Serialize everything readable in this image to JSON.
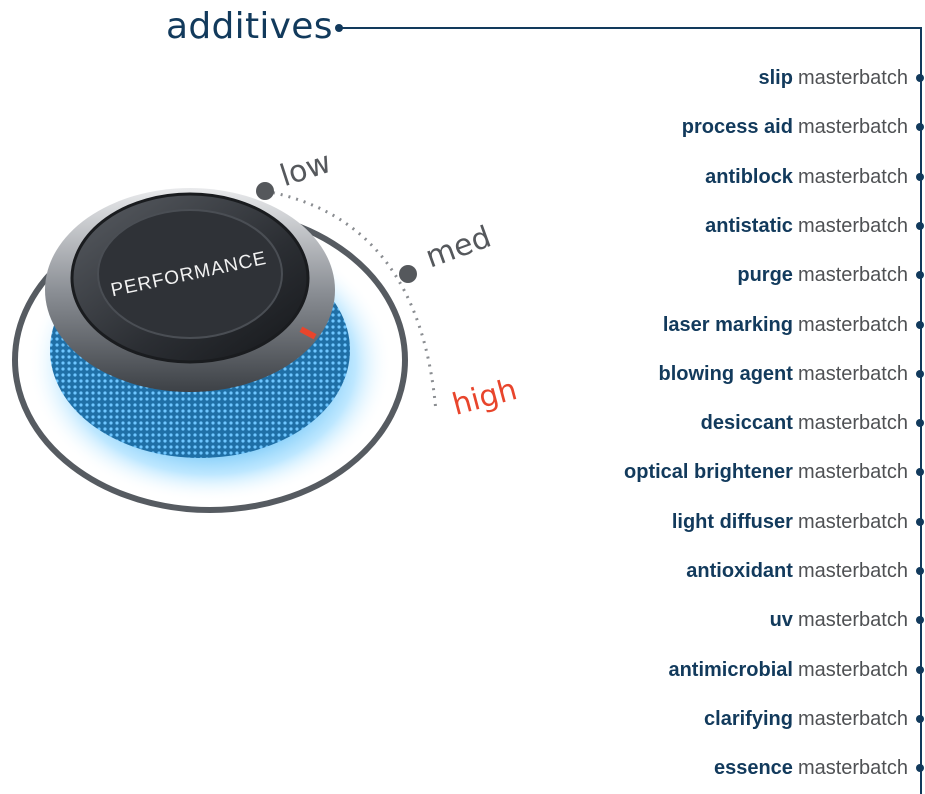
{
  "header": {
    "title": "additives"
  },
  "dial": {
    "brand": "PERFORMANCE",
    "levels": [
      "low",
      "med",
      "high"
    ],
    "accent": "#e8452c",
    "glow": "#2fa8f0"
  },
  "items": [
    {
      "name": "slip",
      "suffix": "masterbatch"
    },
    {
      "name": "process aid",
      "suffix": "masterbatch"
    },
    {
      "name": "antiblock",
      "suffix": "masterbatch"
    },
    {
      "name": "antistatic",
      "suffix": "masterbatch"
    },
    {
      "name": "purge",
      "suffix": "masterbatch"
    },
    {
      "name": "laser marking",
      "suffix": "masterbatch"
    },
    {
      "name": "blowing agent",
      "suffix": "masterbatch"
    },
    {
      "name": "desiccant",
      "suffix": "masterbatch"
    },
    {
      "name": "optical brightener",
      "suffix": "masterbatch"
    },
    {
      "name": "light diffuser",
      "suffix": "masterbatch"
    },
    {
      "name": "antioxidant",
      "suffix": "masterbatch"
    },
    {
      "name": "uv",
      "suffix": "masterbatch"
    },
    {
      "name": "antimicrobial",
      "suffix": "masterbatch"
    },
    {
      "name": "clarifying",
      "suffix": "masterbatch"
    },
    {
      "name": "essence",
      "suffix": "masterbatch"
    }
  ],
  "colors": {
    "primary": "#123a5c",
    "muted": "#4f5154"
  }
}
